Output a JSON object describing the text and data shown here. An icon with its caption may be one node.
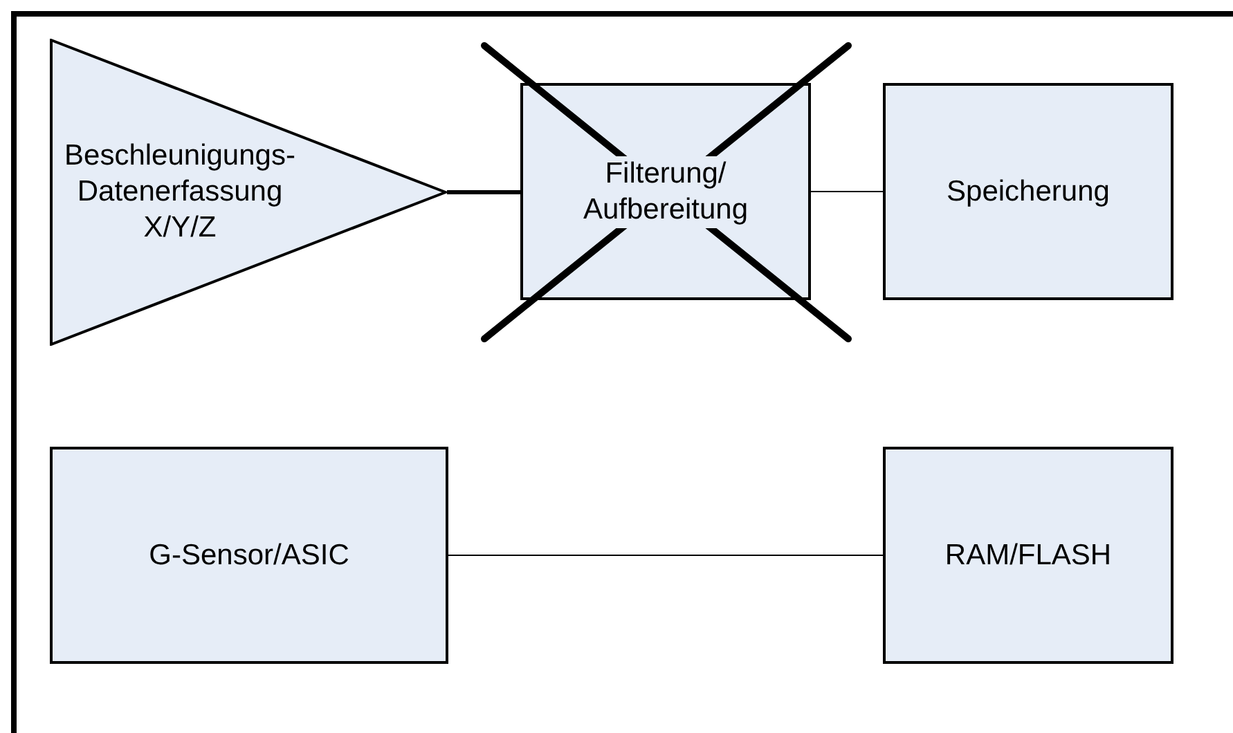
{
  "diagram": {
    "nodes": [
      {
        "text": [
          "Beschleunigungs-Datenerfassung X/Y/Z"
        ]
      },
      {
        "text": [
          "Filterung/ Aufbereitung"
        ]
      },
      {
        "text": [
          "Speicherung"
        ]
      },
      {
        "text": [
          "G-Sensor/ASIC"
        ]
      },
      {
        "text": [
          "RAM/FLASH"
        ]
      }
    ],
    "edges": [
      {
        "from": 0,
        "to": 1,
        "arrow": "none",
        "style": "thick"
      },
      {
        "from": 1,
        "to": 2,
        "arrow": "none"
      },
      {
        "from": 3,
        "to": 4,
        "arrow": "none"
      }
    ]
  }
}
